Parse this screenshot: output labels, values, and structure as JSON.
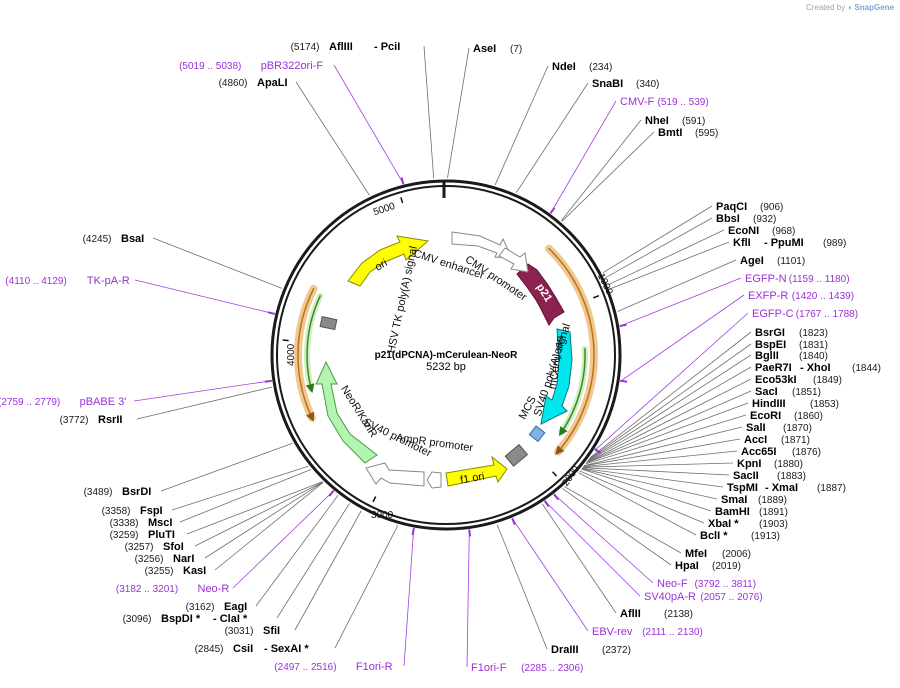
{
  "credit": {
    "prefix": "Created by",
    "brand": "SnapGene"
  },
  "plasmid": {
    "name": "p21(dPCNA)-mCerulean-NeoR",
    "size": "5232 bp"
  },
  "ruler": [
    "1000",
    "2000",
    "3000",
    "4000",
    "5000"
  ],
  "features": [
    {
      "name": "p21",
      "color": "#8b2252"
    },
    {
      "name": "mCerulean",
      "color": "#00e5ee"
    },
    {
      "name": "MCS",
      "color": "#7fb2e5"
    },
    {
      "name": "SV40 poly(A) signal",
      "color": "#8a8a8a"
    },
    {
      "name": "f1 ori",
      "color": "#ffff00"
    },
    {
      "name": "AmpR promoter",
      "color": "#ffffff"
    },
    {
      "name": "SV40 promoter",
      "color": "#ffffff"
    },
    {
      "name": "NeoR/KanR",
      "color": "#b3f5b0"
    },
    {
      "name": "HSV TK poly(A) signal",
      "color": "#8a8a8a"
    },
    {
      "name": "ori",
      "color": "#ffff00"
    },
    {
      "name": "CMV enhancer",
      "color": "#ffffff"
    },
    {
      "name": "CMV promoter",
      "color": "#ffffff"
    }
  ],
  "sites": [
    {
      "pos": "(5174)",
      "name": "AflIII",
      "extra": "- PciI"
    },
    {
      "pos": "(7)",
      "name": "AseI"
    },
    {
      "pos": "(234)",
      "name": "NdeI"
    },
    {
      "pos": "(340)",
      "name": "SnaBI"
    },
    {
      "pos": "(591)",
      "name": "NheI"
    },
    {
      "pos": "(595)",
      "name": "BmtI"
    },
    {
      "pos": "(4860)",
      "name": "ApaLI"
    },
    {
      "pos": "(906)",
      "name": "PaqCI"
    },
    {
      "pos": "(932)",
      "name": "BbsI"
    },
    {
      "pos": "(968)",
      "name": "EcoNI"
    },
    {
      "pos": "(989)",
      "name": "KflI",
      "extra": "- PpuMI"
    },
    {
      "pos": "(1101)",
      "name": "AgeI"
    },
    {
      "pos": "(4245)",
      "name": "BsaI"
    },
    {
      "pos": "(1823)",
      "name": "BsrGI"
    },
    {
      "pos": "(1831)",
      "name": "BspEI"
    },
    {
      "pos": "(1840)",
      "name": "BglII"
    },
    {
      "pos": "(1844)",
      "name": "PaeR7I",
      "extra": "- XhoI"
    },
    {
      "pos": "(1849)",
      "name": "Eco53kI"
    },
    {
      "pos": "(1851)",
      "name": "SacI"
    },
    {
      "pos": "(1853)",
      "name": "HindIII"
    },
    {
      "pos": "(1860)",
      "name": "EcoRI"
    },
    {
      "pos": "(1870)",
      "name": "SalI"
    },
    {
      "pos": "(1871)",
      "name": "AccI"
    },
    {
      "pos": "(1876)",
      "name": "Acc65I"
    },
    {
      "pos": "(1880)",
      "name": "KpnI"
    },
    {
      "pos": "(1883)",
      "name": "SacII"
    },
    {
      "pos": "(1887)",
      "name": "TspMI",
      "extra": "- XmaI"
    },
    {
      "pos": "(1889)",
      "name": "SmaI"
    },
    {
      "pos": "(1891)",
      "name": "BamHI"
    },
    {
      "pos": "(1903)",
      "name": "XbaI *"
    },
    {
      "pos": "(1913)",
      "name": "BclI *"
    },
    {
      "pos": "(2006)",
      "name": "MfeI"
    },
    {
      "pos": "(2019)",
      "name": "HpaI"
    },
    {
      "pos": "(2138)",
      "name": "AflII"
    },
    {
      "pos": "(2372)",
      "name": "DraIII"
    },
    {
      "pos": "(3772)",
      "name": "RsrII"
    },
    {
      "pos": "(3489)",
      "name": "BsrDI"
    },
    {
      "pos": "(3358)",
      "name": "FspI"
    },
    {
      "pos": "(3338)",
      "name": "MscI"
    },
    {
      "pos": "(3259)",
      "name": "PluTI"
    },
    {
      "pos": "(3257)",
      "name": "SfoI"
    },
    {
      "pos": "(3256)",
      "name": "NarI"
    },
    {
      "pos": "(3255)",
      "name": "KasI"
    },
    {
      "pos": "(3162)",
      "name": "EagI"
    },
    {
      "pos": "(3096)",
      "name": "BspDI *",
      "extra": "- ClaI *"
    },
    {
      "pos": "(3031)",
      "name": "SfiI"
    },
    {
      "pos": "(2845)",
      "name": "CsiI",
      "extra": "- SexAI *"
    }
  ],
  "primers": [
    {
      "pos": "(5019 .. 5038)",
      "name": "pBR322ori-F"
    },
    {
      "pos": "(519 .. 539)",
      "name": "CMV-F"
    },
    {
      "pos": "(1159 .. 1180)",
      "name": "EGFP-N"
    },
    {
      "pos": "(1420 .. 1439)",
      "name": "EXFP-R"
    },
    {
      "pos": "(1767 .. 1788)",
      "name": "EGFP-C"
    },
    {
      "pos": "(4110 .. 4129)",
      "name": "TK-pA-R"
    },
    {
      "pos": "(3792 .. 3811)",
      "name": "Neo-F"
    },
    {
      "pos": "(2057 .. 2076)",
      "name": "SV40pA-R"
    },
    {
      "pos": "(2111 .. 2130)",
      "name": "EBV-rev"
    },
    {
      "pos": "(2285 .. 2306)",
      "name": "F1ori-F"
    },
    {
      "pos": "(2497 .. 2516)",
      "name": "F1ori-R"
    },
    {
      "pos": "(2759 .. 2779)",
      "name": "pBABE 3'"
    },
    {
      "pos": "(3182 .. 3201)",
      "name": "Neo-R"
    }
  ]
}
